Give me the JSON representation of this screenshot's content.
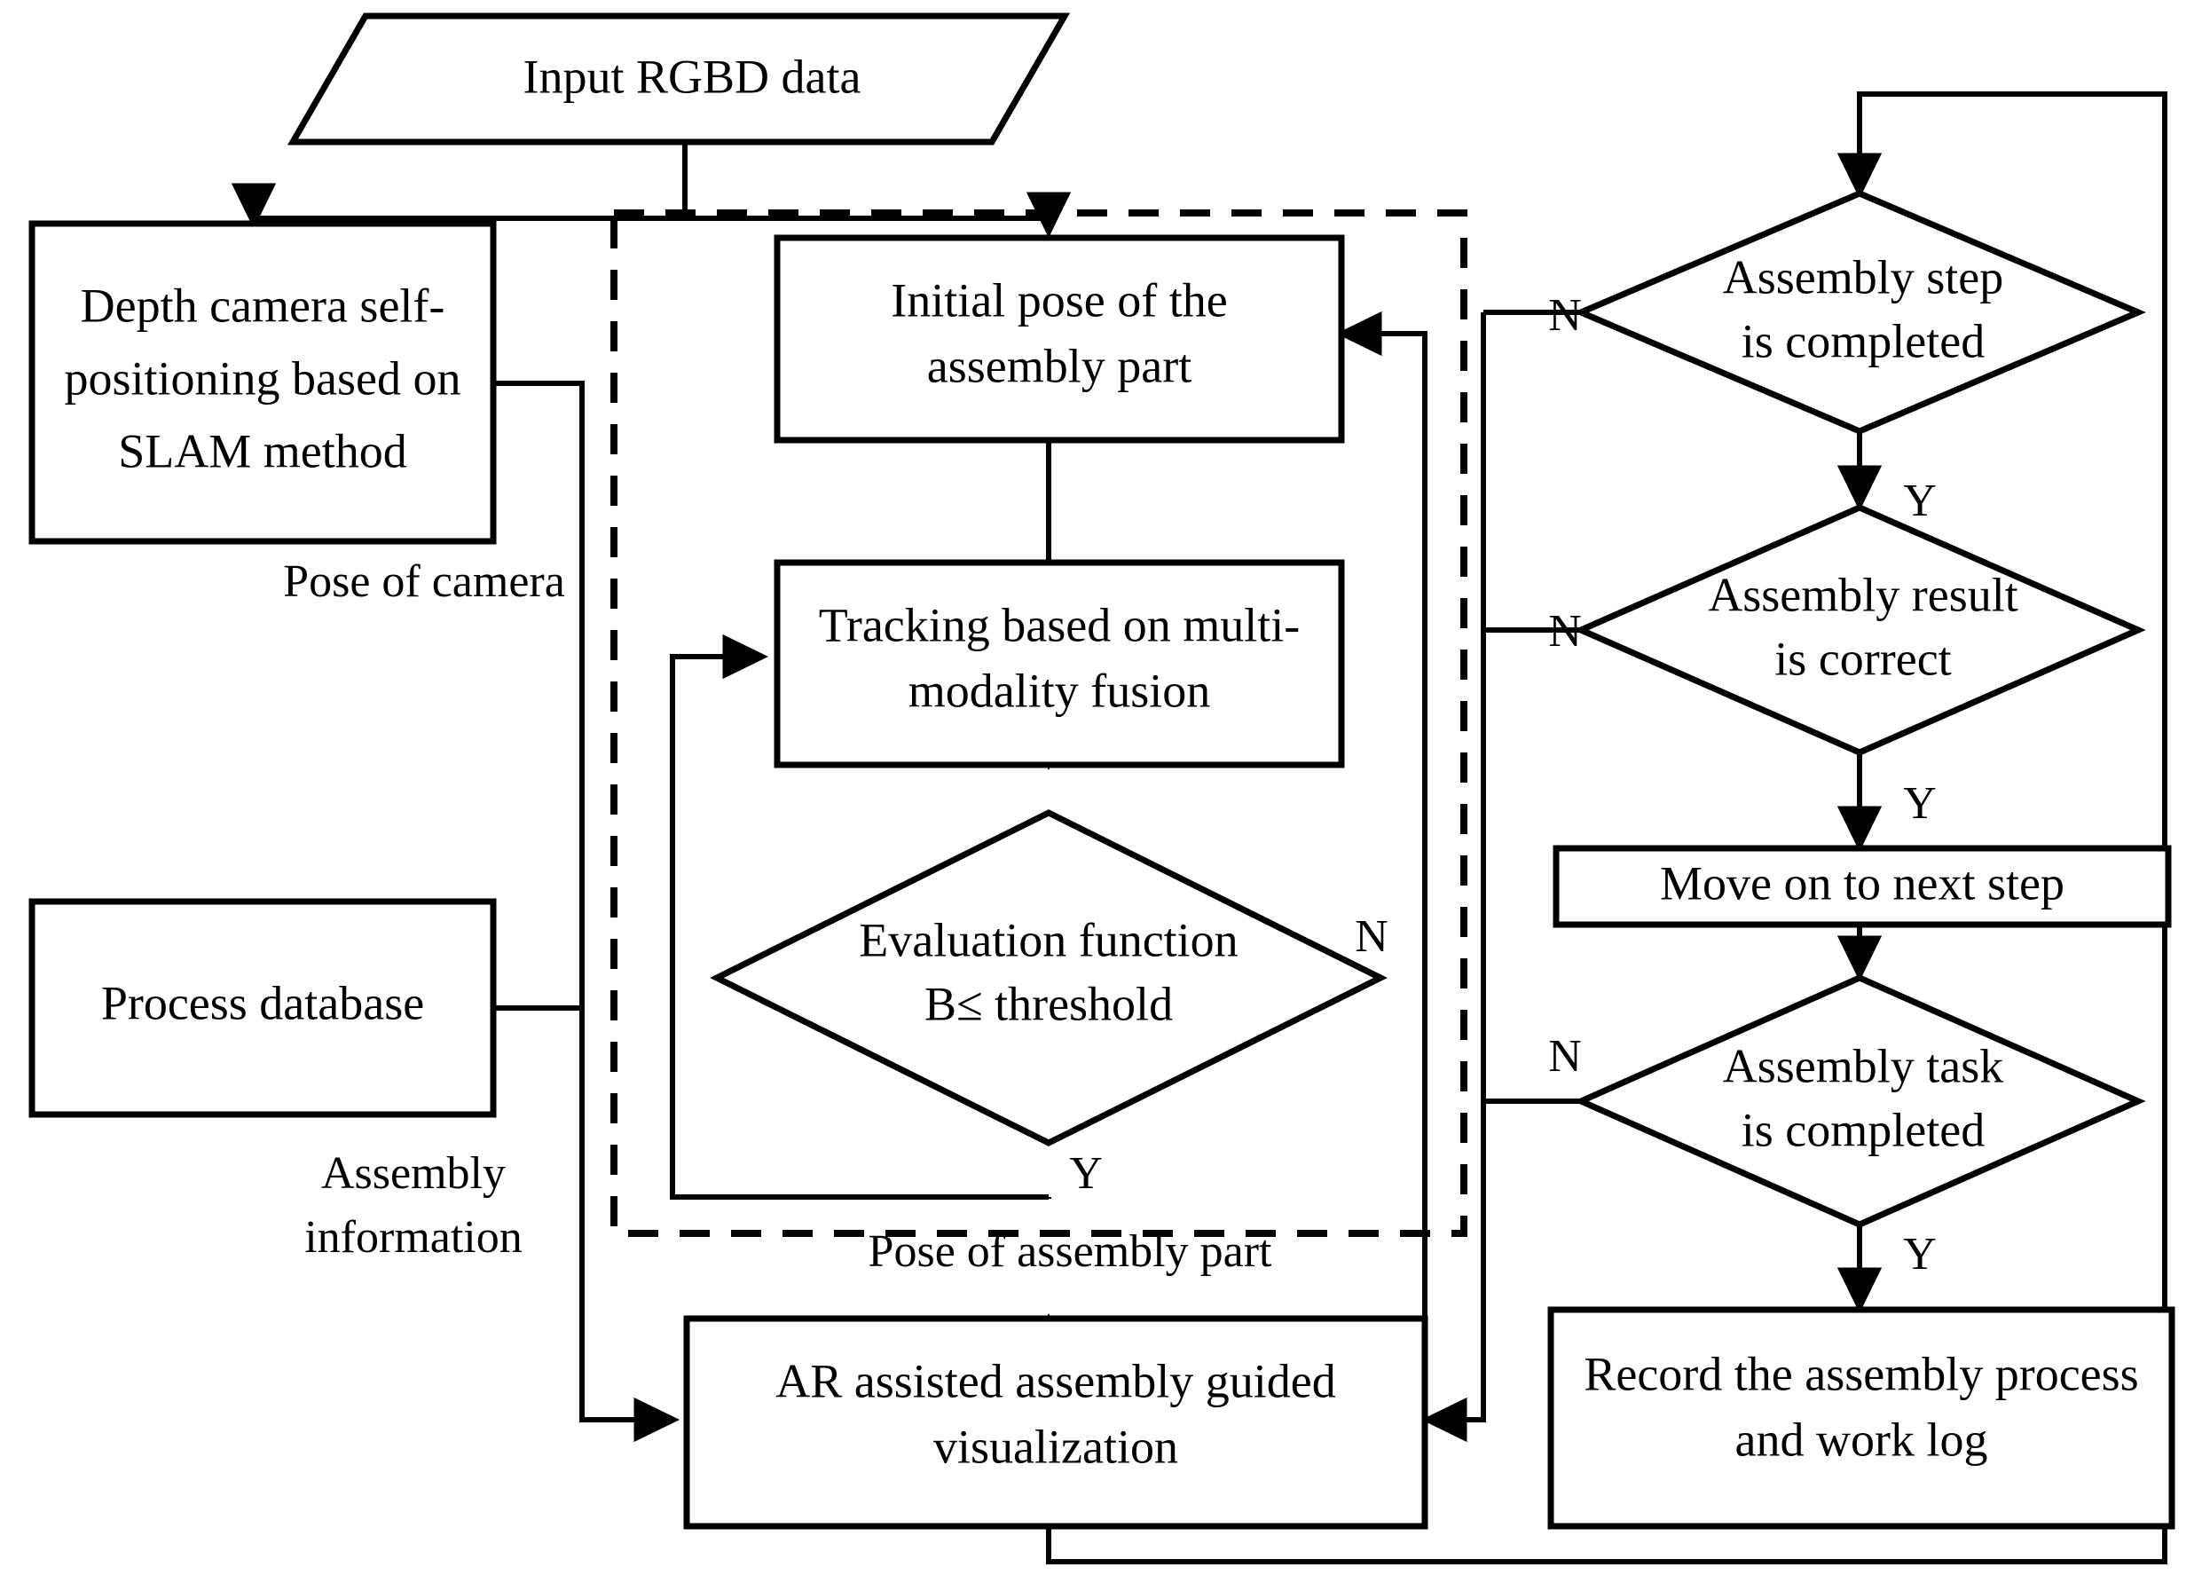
{
  "diagram": {
    "title": "AR assisted assembly guidance flowchart",
    "colors": {
      "stroke": "#000000",
      "fill": "#ffffff",
      "background": "#ffffff"
    },
    "nodes": {
      "input": {
        "label": "Input RGBD data",
        "shape": "parallelogram"
      },
      "slam": {
        "line1": "Depth camera self-",
        "line2": "positioning based on",
        "line3": "SLAM method",
        "shape": "rectangle"
      },
      "database": {
        "label": "Process database",
        "shape": "rectangle"
      },
      "initial_pose": {
        "line1": "Initial pose of the",
        "line2": "assembly part",
        "shape": "rectangle"
      },
      "tracking": {
        "line1": "Tracking based on multi-",
        "line2": "modality fusion",
        "shape": "rectangle"
      },
      "evaluation": {
        "line1": "Evaluation function",
        "line2": "B≤ threshold",
        "shape": "diamond"
      },
      "ar_visual": {
        "line1": "AR assisted assembly guided",
        "line2": "visualization",
        "shape": "rectangle"
      },
      "step_done": {
        "line1": "Assembly step",
        "line2": "is completed",
        "shape": "diamond"
      },
      "result_correct": {
        "line1": "Assembly result",
        "line2": "is correct",
        "shape": "diamond"
      },
      "next_step": {
        "label": "Move on to next step",
        "shape": "rectangle"
      },
      "task_done": {
        "line1": "Assembly task",
        "line2": "is completed",
        "shape": "diamond"
      },
      "record": {
        "line1": "Record the assembly process",
        "line2": "and work log",
        "shape": "rectangle"
      }
    },
    "edge_labels": {
      "pose_of_camera": "Pose of camera",
      "assembly_information_l1": "Assembly",
      "assembly_information_l2": "information",
      "pose_of_assembly_part": "Pose of assembly part"
    },
    "decision_labels": {
      "evaluation_no": "N",
      "evaluation_yes": "Y",
      "step_done_no": "N",
      "step_done_yes": "Y",
      "result_correct_no": "N",
      "result_correct_yes": "Y",
      "task_done_no": "N",
      "task_done_yes": "Y"
    },
    "dashed_group": {
      "present": true,
      "style": "dashed"
    }
  }
}
